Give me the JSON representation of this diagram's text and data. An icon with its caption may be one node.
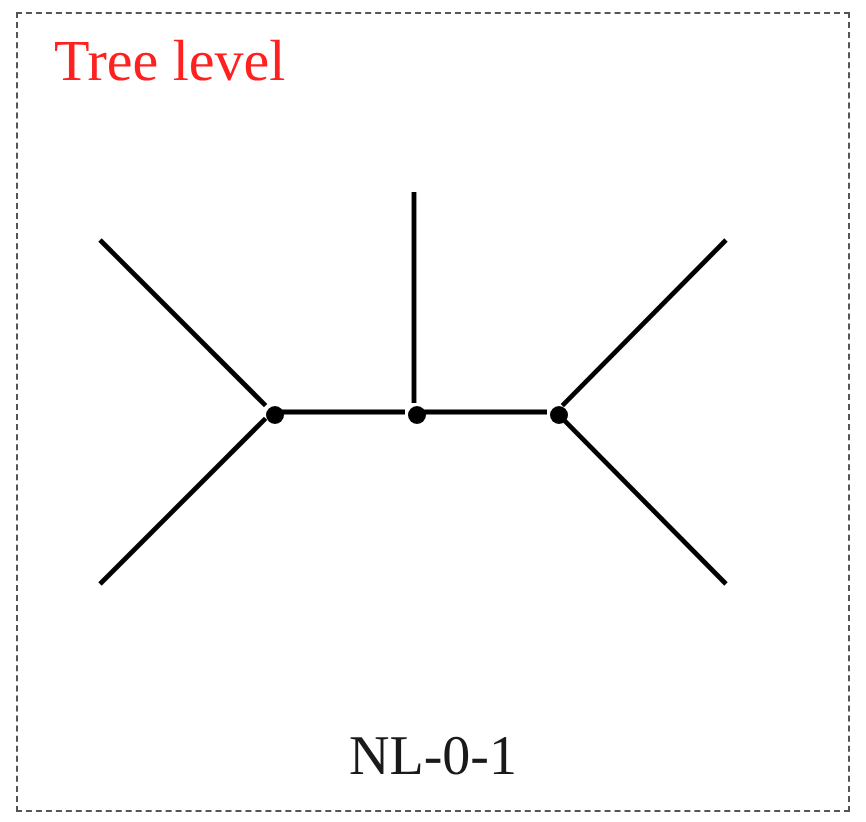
{
  "diagram": {
    "nodes": [
      {
        "text": [
          "Tree level",
          "NL-0-1"
        ]
      },
      {
        "text": [],
        "shape": "circle",
        "in": 0
      },
      {
        "text": [],
        "shape": "circle",
        "in": 0
      },
      {
        "text": [],
        "shape": "circle",
        "in": 0
      }
    ],
    "edges": [
      {
        "from": null,
        "to": 1,
        "arrow": "none"
      },
      {
        "from": null,
        "to": 1,
        "arrow": "none"
      },
      {
        "from": 1,
        "to": 2,
        "arrow": "none"
      },
      {
        "from": null,
        "to": 2,
        "arrow": "none"
      },
      {
        "from": 2,
        "to": 3,
        "arrow": "none"
      },
      {
        "from": 3,
        "to": null,
        "arrow": "none"
      },
      {
        "from": 3,
        "to": null,
        "arrow": "none"
      }
    ]
  }
}
